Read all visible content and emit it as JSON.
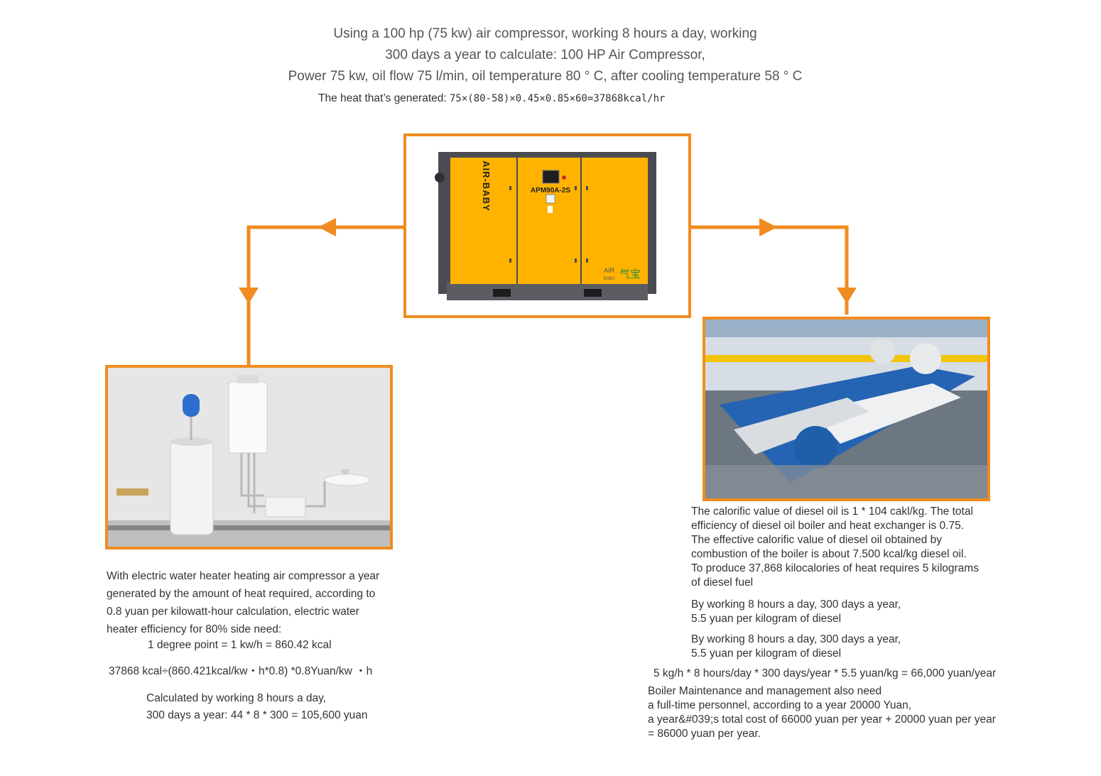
{
  "header": {
    "line1": "Using a 100 hp (75 kw) air compressor, working 8 hours a day, working",
    "line2": "300 days a year to calculate: 100 HP Air Compressor,",
    "line3": "Power 75 kw, oil flow 75 l/min, oil temperature 80 ° C, after cooling temperature 58 ° C",
    "heat_label": "The heat that’s generated:",
    "heat_formula": "75×(80-58)×0.45×0.85×60=37868kcal/hr"
  },
  "compressor": {
    "brand_vertical": "AIR-BABY",
    "model": "APM90A-2S",
    "logo_top": "AIR",
    "logo_bottom": "BABY",
    "logo_cn": "气宝"
  },
  "left": {
    "p1": [
      "With electric water heater heating air compressor a year",
      "generated by the amount of heat required, according to",
      "0.8 yuan per kilowatt-hour calculation, electric water",
      "heater efficiency for 80% side need:"
    ],
    "p2": "1 degree point = 1 kw/h = 860.42 kcal",
    "p3": "37868 kcal÷(860.421kcal/kw・h*0.8) *0.8Yuan/kw ・h",
    "p4": [
      "Calculated by working 8 hours a day,",
      "300 days a year: 44 * 8 * 300 = 105,600 yuan"
    ]
  },
  "right": {
    "p1": [
      "The calorific value of diesel oil is 1 * 104 cakl/kg. The total",
      "efficiency of diesel oil boiler and heat exchanger is 0.75.",
      "The effective calorific value of diesel oil obtained by",
      "combustion of the boiler is about 7.500 kcal/kg diesel oil.",
      "To produce 37,868 kilocalories of heat requires 5 kilograms",
      "of diesel fuel"
    ],
    "p2": [
      "By working 8 hours a day, 300 days a year,",
      "5.5 yuan per kilogram of diesel"
    ],
    "p3": [
      "By working 8 hours a day, 300 days a year,",
      "5.5 yuan per kilogram of diesel"
    ],
    "p4": "5 kg/h * 8 hours/day * 300 days/year * 5.5 yuan/kg = 66,000 yuan/year",
    "p5": [
      "Boiler Maintenance and management also need",
      "a full-time personnel, according to a year 20000 Yuan,",
      "a year&#039;s total cost of 66000 yuan per year + 20000 yuan per year",
      "= 86000 yuan per year."
    ]
  },
  "colors": {
    "accent": "#f08c21",
    "compressor_yellow": "#ffb300",
    "engine_blue": "#1f5fa8"
  }
}
